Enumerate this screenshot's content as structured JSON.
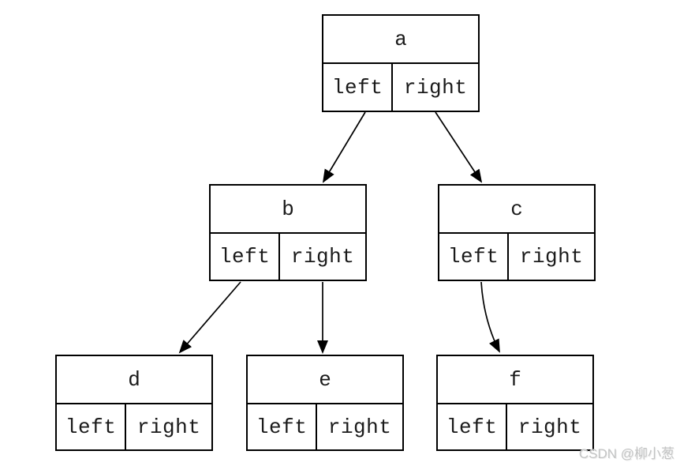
{
  "diagram": {
    "type": "binary-tree-node-diagram",
    "nodes": {
      "a": {
        "label": "a",
        "left": "left",
        "right": "right"
      },
      "b": {
        "label": "b",
        "left": "left",
        "right": "right"
      },
      "c": {
        "label": "c",
        "left": "left",
        "right": "right"
      },
      "d": {
        "label": "d",
        "left": "left",
        "right": "right"
      },
      "e": {
        "label": "e",
        "left": "left",
        "right": "right"
      },
      "f": {
        "label": "f",
        "left": "left",
        "right": "right"
      }
    },
    "edges": [
      {
        "from": "a",
        "port": "left",
        "to": "b"
      },
      {
        "from": "a",
        "port": "right",
        "to": "c"
      },
      {
        "from": "b",
        "port": "left",
        "to": "d"
      },
      {
        "from": "b",
        "port": "right",
        "to": "e"
      },
      {
        "from": "c",
        "port": "left",
        "to": "f"
      }
    ],
    "line_color": "#000000",
    "background_color": "#ffffff"
  },
  "watermark": {
    "text": "CSDN @柳小葱",
    "color": "#c3c4c4"
  }
}
